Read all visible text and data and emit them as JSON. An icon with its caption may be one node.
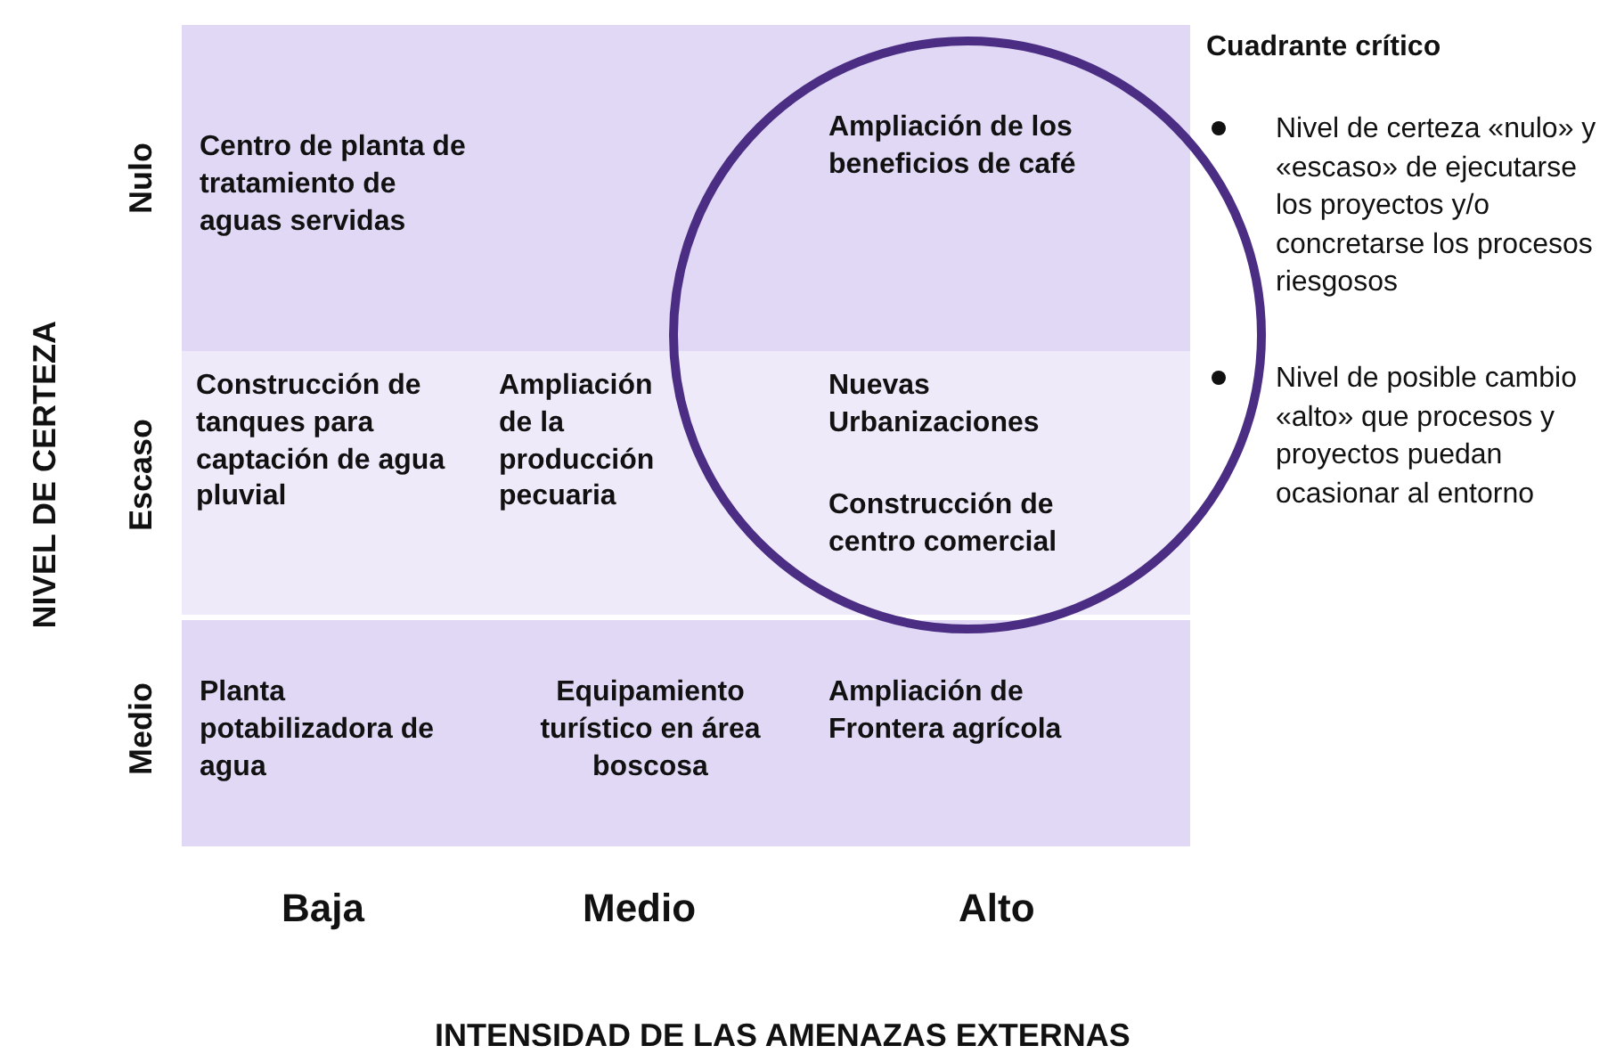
{
  "diagram": {
    "labels": [
      "NIVEL DE CERTEZA",
      "Nulo",
      "Escaso",
      "Medio",
      "Centro de planta de tratamiento de aguas servidas",
      "Ampliación de los beneficios de café",
      "Construcción de tanques para captación de agua pluvial",
      "Ampliación de la producción pecuaria",
      "Nuevas Urbanizaciones",
      "Construcción de centro comercial",
      "Planta potabilizadora de agua",
      "Equipamiento turístico en área boscosa",
      "Ampliación de Frontera agrícola",
      "Baja",
      "Medio",
      "Alto",
      "INTENSIDAD DE LAS AMENAZAS EXTERNAS",
      "Cuadrante crítico",
      "Nivel de certeza «nulo» y «escaso» de ejecutarse los proyectos y/o concretarse los procesos riesgosos",
      "Nivel de posible cambio «alto» que procesos y proyectos puedan ocasionar al entorno"
    ]
  }
}
